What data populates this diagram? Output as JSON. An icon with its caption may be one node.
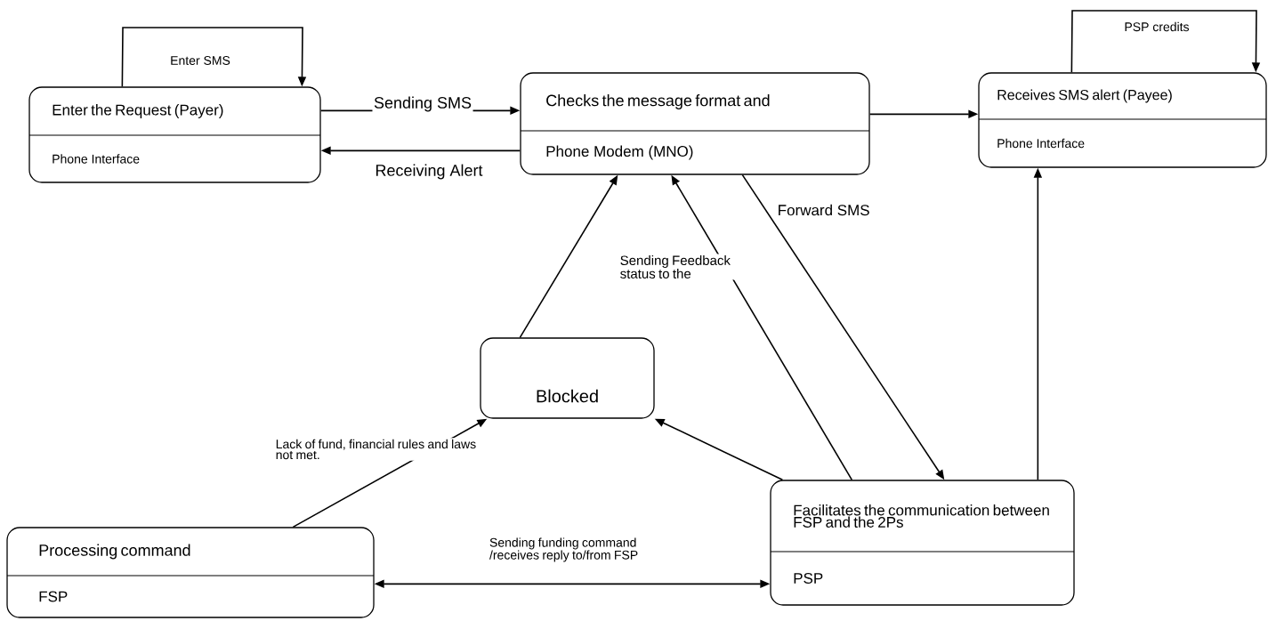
{
  "diagram": {
    "nodes": [
      {
        "text": [
          "Enter the Request (Payer)",
          "Phone Interface"
        ]
      },
      {
        "text": [
          "Checks the message format and",
          "Phone Modem (MNO)"
        ]
      },
      {
        "text": [
          "Receives SMS alert (Payee)",
          "Phone Interface"
        ]
      },
      {
        "text": [
          "Blocked"
        ]
      },
      {
        "text": [
          "Processing  command",
          "FSP"
        ]
      },
      {
        "text": [
          "Facilitates the communication between FSP and the 2Ps",
          "PSP"
        ]
      }
    ],
    "edges": [
      {
        "from": 0,
        "to": 0,
        "arrow": "to",
        "label": "Enter SMS"
      },
      {
        "from": 0,
        "to": 1,
        "arrow": "to",
        "label": "Sending SMS"
      },
      {
        "from": 1,
        "to": 0,
        "arrow": "to",
        "label": "Receiving Alert"
      },
      {
        "from": 1,
        "to": 2,
        "arrow": "to"
      },
      {
        "from": 2,
        "to": 2,
        "arrow": "to",
        "label": "PSP credits"
      },
      {
        "from": 3,
        "to": 1,
        "arrow": "to"
      },
      {
        "from": 5,
        "to": 1,
        "arrow": "to",
        "label": "Sending Feedback status to the"
      },
      {
        "from": 1,
        "to": 5,
        "arrow": "to",
        "label": "Forward SMS"
      },
      {
        "from": 5,
        "to": 3,
        "arrow": "to"
      },
      {
        "from": 4,
        "to": 3,
        "arrow": "to",
        "label": "Lack of fund, financial rules and laws not met."
      },
      {
        "from": 4,
        "to": 5,
        "arrow": "both",
        "label": "Sending funding command /receives reply to/from FSP"
      },
      {
        "from": 5,
        "to": 2,
        "arrow": "to"
      }
    ]
  }
}
